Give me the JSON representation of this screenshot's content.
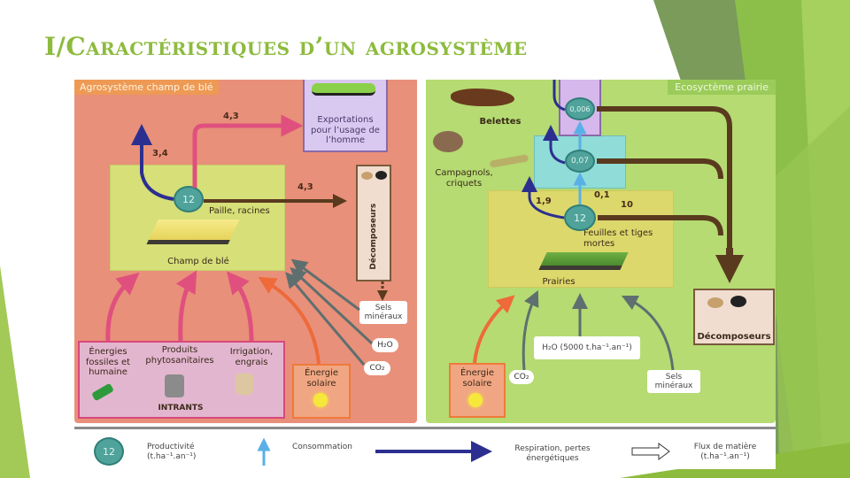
{
  "slide": {
    "title": "I/Caractéristiques d’un agrosystème"
  },
  "theme": {
    "accent": "#8dbb3e",
    "left_panel_bg": "#e8907a",
    "right_panel_bg": "#b5db72"
  },
  "left_panel": {
    "tag": "Agrosystème champ de blé",
    "productivity": "12",
    "field_label": "Champ de blé",
    "straw_label": "Paille, racines",
    "respiration_value": "3,4",
    "export_value": "4,3",
    "decomposer_flow_value": "4,3",
    "export_box": "Exportations pour l’usage de l’homme",
    "decomposers": "Décomposeurs",
    "mineral_salts": "Sels minéraux",
    "water": "H₂O",
    "co2": "CO₂",
    "solar": "Énergie solaire",
    "inputs": {
      "group_label": "INTRANTS",
      "items": [
        {
          "label": "Énergies fossiles et humaine",
          "icon": "fuel-nozzle-icon"
        },
        {
          "label": "Produits phytosanitaires",
          "icon": "barrel-icon"
        },
        {
          "label": "Irrigation, engrais",
          "icon": "sack-icon"
        }
      ]
    }
  },
  "right_panel": {
    "tag": "Ecosyctème prairie",
    "levels": [
      {
        "name": "Belettes",
        "productivity": "0,006"
      },
      {
        "name": "Campagnols, criquets",
        "productivity": "0,07"
      },
      {
        "name": "Prairies",
        "productivity": "12"
      }
    ],
    "respiration_value": "1,9",
    "consumption_value": "0,1",
    "dead_matter_value": "10",
    "dead_matter_label": "Feuilles et tiges mortes",
    "decomposers": "Décomposeurs",
    "solar": "Énergie solaire",
    "co2": "CO₂",
    "water": "H₂O (5000 t.ha⁻¹.an⁻¹)",
    "mineral_salts": "Sels minéraux"
  },
  "legend": {
    "productivity_sample": "12",
    "productivity": "Productivité (t.ha⁻¹.an⁻¹)",
    "consumption": "Consommation",
    "respiration": "Respiration, pertes énergétiques",
    "matter_flow": "Flux de matière (t.ha⁻¹.an⁻¹)"
  }
}
